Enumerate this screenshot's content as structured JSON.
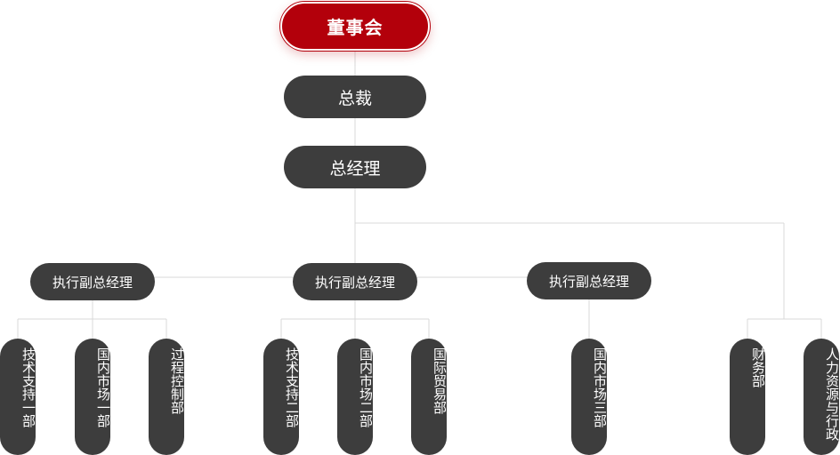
{
  "org_chart": {
    "board": {
      "label": "董事会",
      "color": "#b3000b"
    },
    "president": {
      "label": "总裁"
    },
    "general_manager": {
      "label": "总经理"
    },
    "executive_vps": [
      {
        "label": "执行副总经理",
        "departments": [
          {
            "label": "技术支持一部"
          },
          {
            "label": "国内市场一部"
          },
          {
            "label": "过程控制部"
          }
        ]
      },
      {
        "label": "执行副总经理",
        "departments": [
          {
            "label": "技术支持二部"
          },
          {
            "label": "国内市场二部"
          },
          {
            "label": "国际贸易部"
          }
        ]
      },
      {
        "label": "执行副总经理",
        "departments": [
          {
            "label": "国内市场三部"
          }
        ]
      }
    ],
    "direct_departments": [
      {
        "label": "财务部"
      },
      {
        "label": "人力资源与行政"
      }
    ],
    "colors": {
      "node": "#3d3d3d",
      "connector": "#d8d8d8",
      "text": "#ffffff"
    }
  }
}
